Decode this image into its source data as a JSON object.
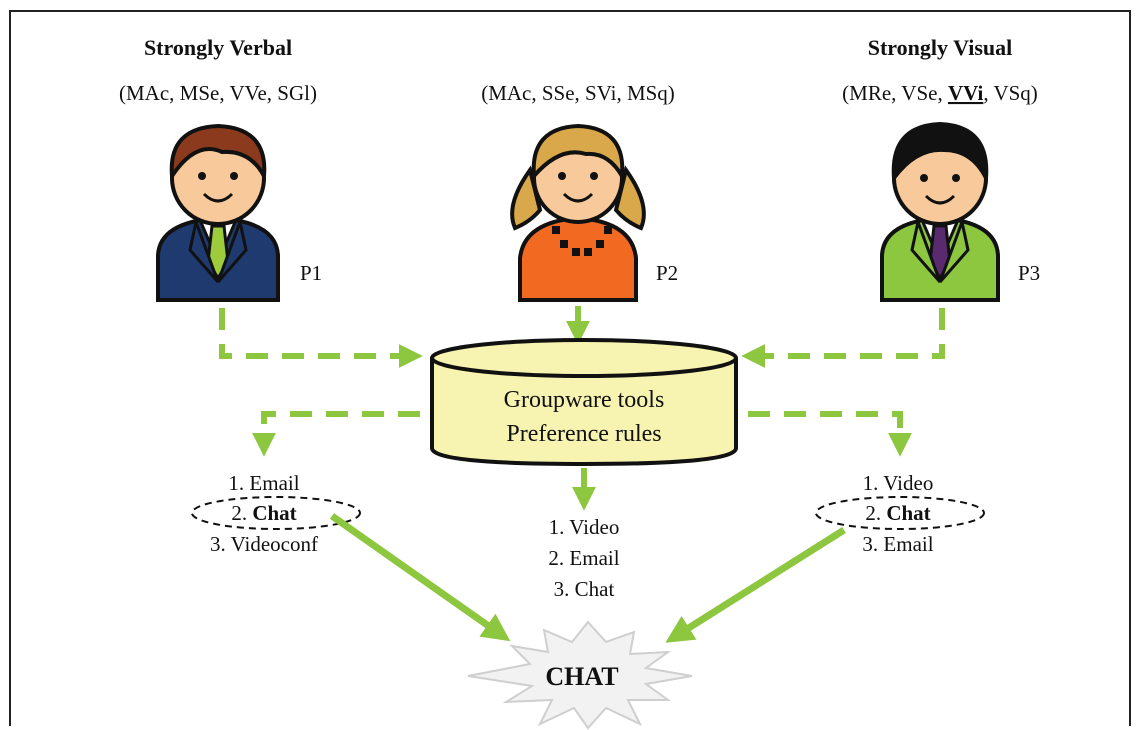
{
  "personas": [
    {
      "heading": "Strongly Verbal",
      "codes_open": "(MAc, MSe, VVe, SGl)",
      "id_label": "P1",
      "list": [
        "1. Email",
        "2. ",
        "3. Videoconf"
      ],
      "selected": "Chat"
    },
    {
      "heading": "",
      "codes_open": "(MAc, SSe, SVi, MSq)",
      "id_label": "P2",
      "list": [
        "1. Video",
        "2. Email",
        "3. Chat"
      ]
    },
    {
      "heading": "Strongly Visual",
      "codes_prefix": "(MRe, VSe, ",
      "codes_emph": "VVi",
      "codes_suffix": ", VSq)",
      "id_label": "P3",
      "list": [
        "1. Video",
        "2. ",
        "3. Email"
      ],
      "selected": "Chat"
    }
  ],
  "database": {
    "line1": "Groupware tools",
    "line2": "Preference rules"
  },
  "result": "CHAT",
  "colors": {
    "arrow": "#8dc63f",
    "db_fill": "#f7f3b0",
    "p1_hair": "#8b3a1e",
    "p1_suit": "#1f3a6e",
    "p1_tie": "#9ccc3c",
    "p2_hair": "#d9a84a",
    "p2_shirt": "#f26a22",
    "p3_hair": "#111111",
    "p3_suit": "#8dc63f",
    "p3_tie": "#5a2a6e",
    "skin": "#f7c99b"
  }
}
